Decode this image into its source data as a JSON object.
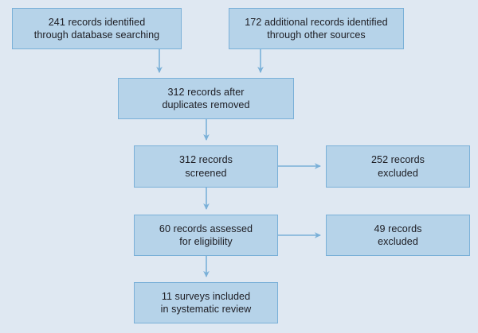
{
  "diagram": {
    "type": "prisma-flow-diagram",
    "colors": {
      "background": "#dfe8f2",
      "box_fill": "#b6d3e9",
      "box_border": "#7ab0d8",
      "arrow": "#7ab0d8",
      "text": "#1c1c22"
    },
    "nodes": [
      {
        "id": "db-search",
        "name": "records-identified-database-searching",
        "text": "241 records identified\nthrough database searching",
        "count": 241
      },
      {
        "id": "other-sources",
        "name": "additional-records-other-sources",
        "text": "172 additional records identified\nthrough other sources",
        "count": 172
      },
      {
        "id": "dedup",
        "name": "records-after-duplicates-removed",
        "text": "312 records after\nduplicates removed",
        "count": 312
      },
      {
        "id": "screened",
        "name": "records-screened",
        "text": "312 records\nscreened",
        "count": 312
      },
      {
        "id": "screen-excluded",
        "name": "records-excluded-screening",
        "text": "252 records\nexcluded",
        "count": 252
      },
      {
        "id": "eligibility",
        "name": "records-assessed-for-eligibility",
        "text": "60 records assessed\nfor eligibility",
        "count": 60
      },
      {
        "id": "elig-excluded",
        "name": "records-excluded-eligibility",
        "text": "49 records\nexcluded",
        "count": 49
      },
      {
        "id": "included",
        "name": "surveys-included-systematic-review",
        "text": "11 surveys included\nin systematic review",
        "count": 11
      }
    ],
    "edges": [
      {
        "from": "db-search",
        "to": "dedup",
        "direction": "down"
      },
      {
        "from": "other-sources",
        "to": "dedup",
        "direction": "down"
      },
      {
        "from": "dedup",
        "to": "screened",
        "direction": "down"
      },
      {
        "from": "screened",
        "to": "screen-excluded",
        "direction": "right"
      },
      {
        "from": "screened",
        "to": "eligibility",
        "direction": "down"
      },
      {
        "from": "eligibility",
        "to": "elig-excluded",
        "direction": "right"
      },
      {
        "from": "eligibility",
        "to": "included",
        "direction": "down"
      }
    ]
  }
}
